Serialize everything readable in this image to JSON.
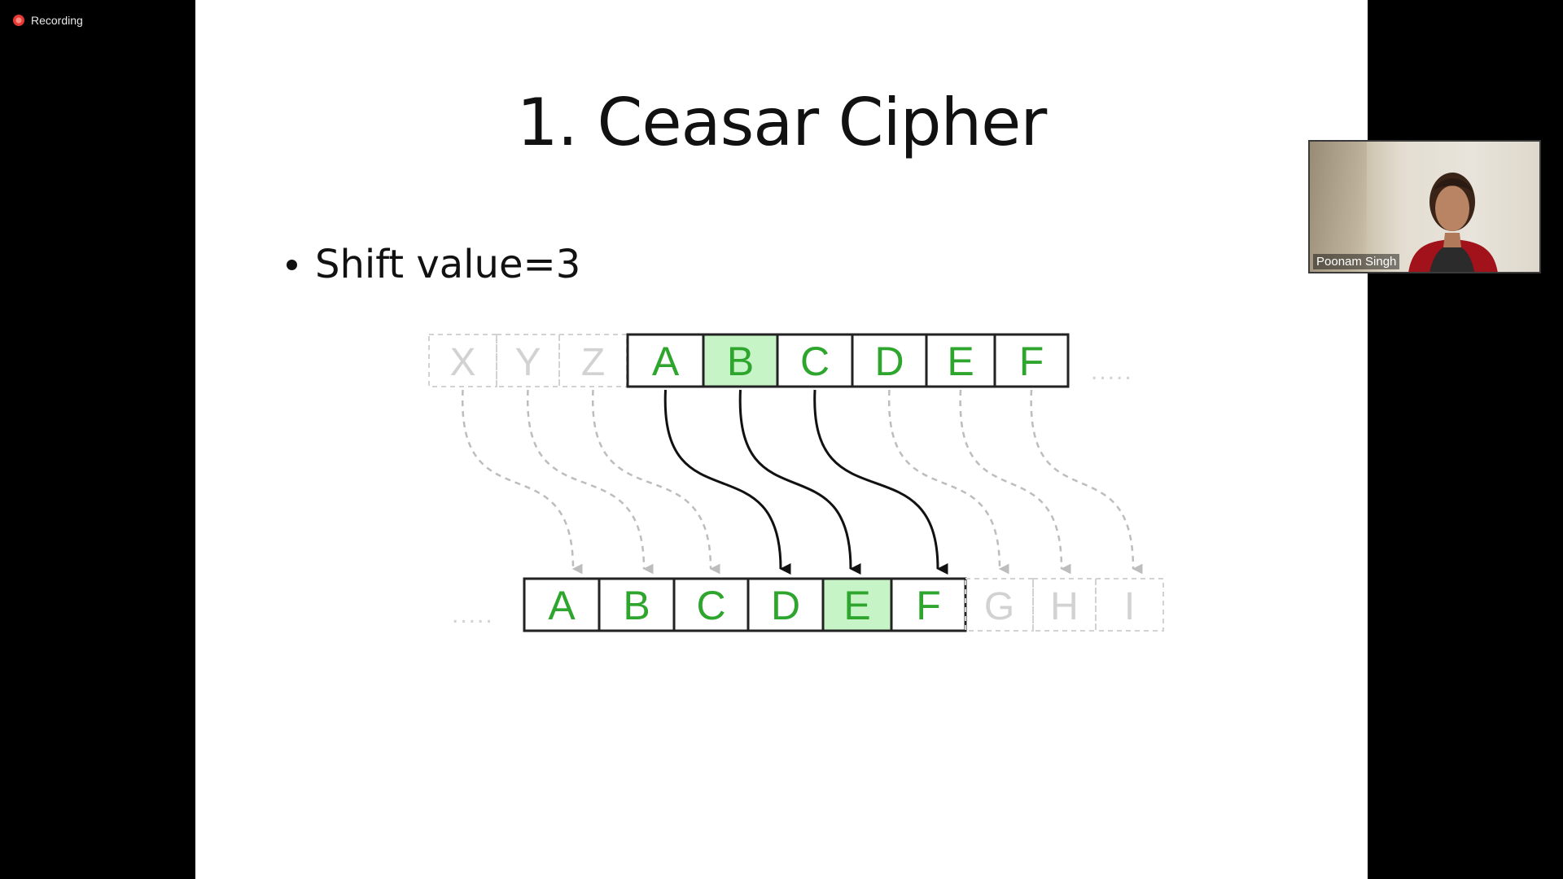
{
  "recording": {
    "label": "Recording"
  },
  "slide": {
    "title": "1. Ceasar Cipher",
    "bullet": "Shift value=3"
  },
  "diagram": {
    "shift": 3,
    "top_row": {
      "ghost_letters": [
        "X",
        "Y",
        "Z"
      ],
      "letters": [
        "A",
        "B",
        "C",
        "D",
        "E",
        "F"
      ],
      "highlighted": "B",
      "trailing_ellipsis": "....."
    },
    "bottom_row": {
      "leading_ellipsis": ".....",
      "letters": [
        "A",
        "B",
        "C",
        "D",
        "E",
        "F"
      ],
      "ghost_letters": [
        "G",
        "H",
        "I"
      ],
      "highlighted": "E"
    },
    "colors": {
      "letter": "#2ea62e",
      "highlight_fill": "#c6f4c6",
      "ghost": "#d2d2d2",
      "arrow_solid": "#111111",
      "arrow_dashed": "#bdbdbd"
    }
  },
  "participant": {
    "name": "Poonam Singh"
  }
}
